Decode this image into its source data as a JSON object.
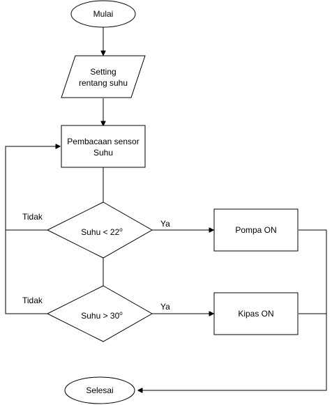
{
  "diagram": {
    "nodes": {
      "start": {
        "label": "Mulai"
      },
      "setting": {
        "line1": "Setting",
        "line2": "rentang suhu"
      },
      "read_sensor": {
        "line1": "Pembacaan sensor",
        "line2": "Suhu"
      },
      "decision_low": {
        "label": "Suhu < 22",
        "suffix": "o"
      },
      "pump": {
        "label": "Pompa ON"
      },
      "decision_high": {
        "label": "Suhu > 30",
        "suffix": "o"
      },
      "fan": {
        "label": "Kipas ON"
      },
      "end": {
        "label": "Selesai"
      }
    },
    "edge_labels": {
      "low_no": "Tidak",
      "low_yes": "Ya",
      "high_no": "Tidak",
      "high_yes": "Ya"
    }
  }
}
